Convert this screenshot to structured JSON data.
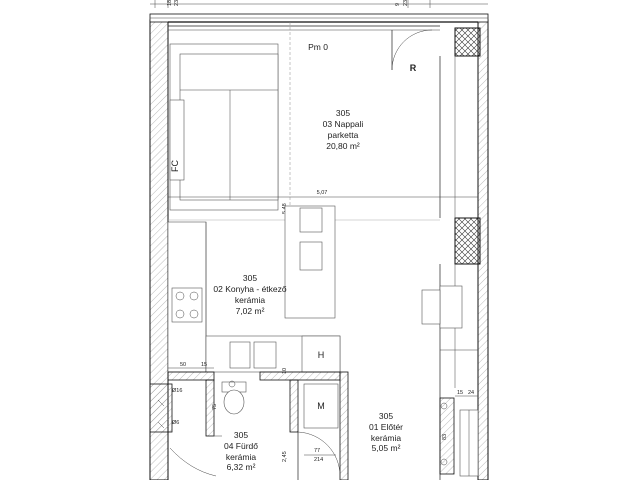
{
  "rooms": [
    {
      "number": "305",
      "name": "03 Nappali",
      "floor": "parketta",
      "area": "20,80 m²"
    },
    {
      "number": "305",
      "name": "02 Konyha - étkező",
      "floor": "kerámia",
      "area": "7,02 m²"
    },
    {
      "number": "305",
      "name": "04 Fürdő",
      "floor": "kerámia",
      "area": "6,32 m²"
    },
    {
      "number": "305",
      "name": "01 Előtér",
      "floor": "kerámia",
      "area": "5,05 m²"
    }
  ],
  "labels": {
    "level": "Pm 0",
    "radiator": "R",
    "fancoil": "FC",
    "fridge": "H",
    "washer": "M"
  },
  "dims": {
    "width": "5,07",
    "height": "5,48",
    "d50": "50",
    "d15a": "15",
    "d10": "10",
    "d15b": "15",
    "d24": "24",
    "d16": "Ø16",
    "d6": "Ø6",
    "d75": "75",
    "d83": "83",
    "d77": "77",
    "d214": "214",
    "d245": "2,45",
    "top18": "18",
    "top23a": "23",
    "top9": "9",
    "top23b": "23"
  }
}
